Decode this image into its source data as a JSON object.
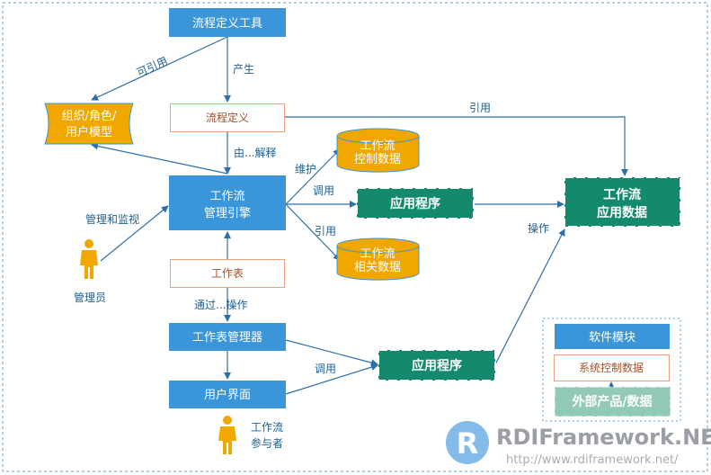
{
  "nodes": {
    "tool": "流程定义工具",
    "org_line1": "组织/角色/",
    "org_line2": "用户模型",
    "definition": "流程定义",
    "engine_line1": "工作流",
    "engine_line2": "管理引擎",
    "control_data_line1": "工作流",
    "control_data_line2": "控制数据",
    "app_top": "应用程序",
    "relevant_data_line1": "工作流",
    "relevant_data_line2": "相关数据",
    "app_data_line1": "工作流",
    "app_data_line2": "应用数据",
    "worklist": "工作表",
    "worklist_handler": "工作表管理器",
    "user_interface": "用户界面",
    "app_bottom": "应用程序",
    "admin": "管理员",
    "participant_line1": "工作流",
    "participant_line2": "参与者"
  },
  "edge_labels": {
    "can_reference": "可引用",
    "produce": "产生",
    "reference_top": "引用",
    "interpreted_by": "由...解释",
    "maintain": "维护",
    "invoke_top": "调用",
    "reference_mid": "引用",
    "manage_monitor": "管理和监视",
    "operate": "操作",
    "via_operate": "通过...操作",
    "invoke_bottom": "调用"
  },
  "legend": {
    "software_module": "软件模块",
    "system_control_data": "系统控制数据",
    "external_product": "外部产品/数据"
  },
  "watermark": {
    "brand": "RDIFramework.NET",
    "url": "http://www.rdiframework.net/"
  },
  "colors": {
    "module_blue": "#3a96d8",
    "data_orange": "#f0a800",
    "app_green": "#138a6c",
    "control_border": "#f0a080",
    "external_green": "#93c9b8"
  }
}
